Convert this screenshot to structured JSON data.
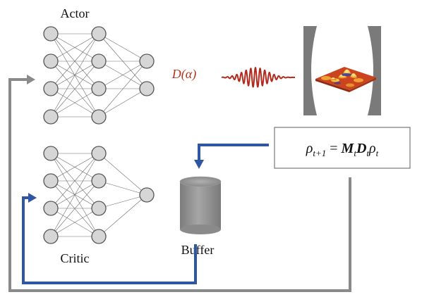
{
  "labels": {
    "actor": "Actor",
    "critic": "Critic",
    "buffer": "Buffer",
    "displacement_op": "D(α)",
    "update_equation": {
      "lhs": "ρ",
      "lhs_sub": "t+1",
      "eq": " = ",
      "m": "M",
      "m_sub": "t",
      "d": "D",
      "d_sub": "t",
      "rho": "ρ",
      "rho_sub": "t"
    }
  },
  "networks": {
    "actor_layers": [
      4,
      4,
      2
    ],
    "critic_layers": [
      4,
      4,
      1
    ]
  },
  "colors": {
    "pulse": "#b22a1e",
    "operator_text": "#b5331f",
    "arrow_gray": "#8a8a8a",
    "arrow_blue": "#2f56a0",
    "neuron_fill": "#d6d6d6",
    "buffer_fill": "#8c8c8c",
    "cavity_mirror": "#7a7a7a"
  }
}
